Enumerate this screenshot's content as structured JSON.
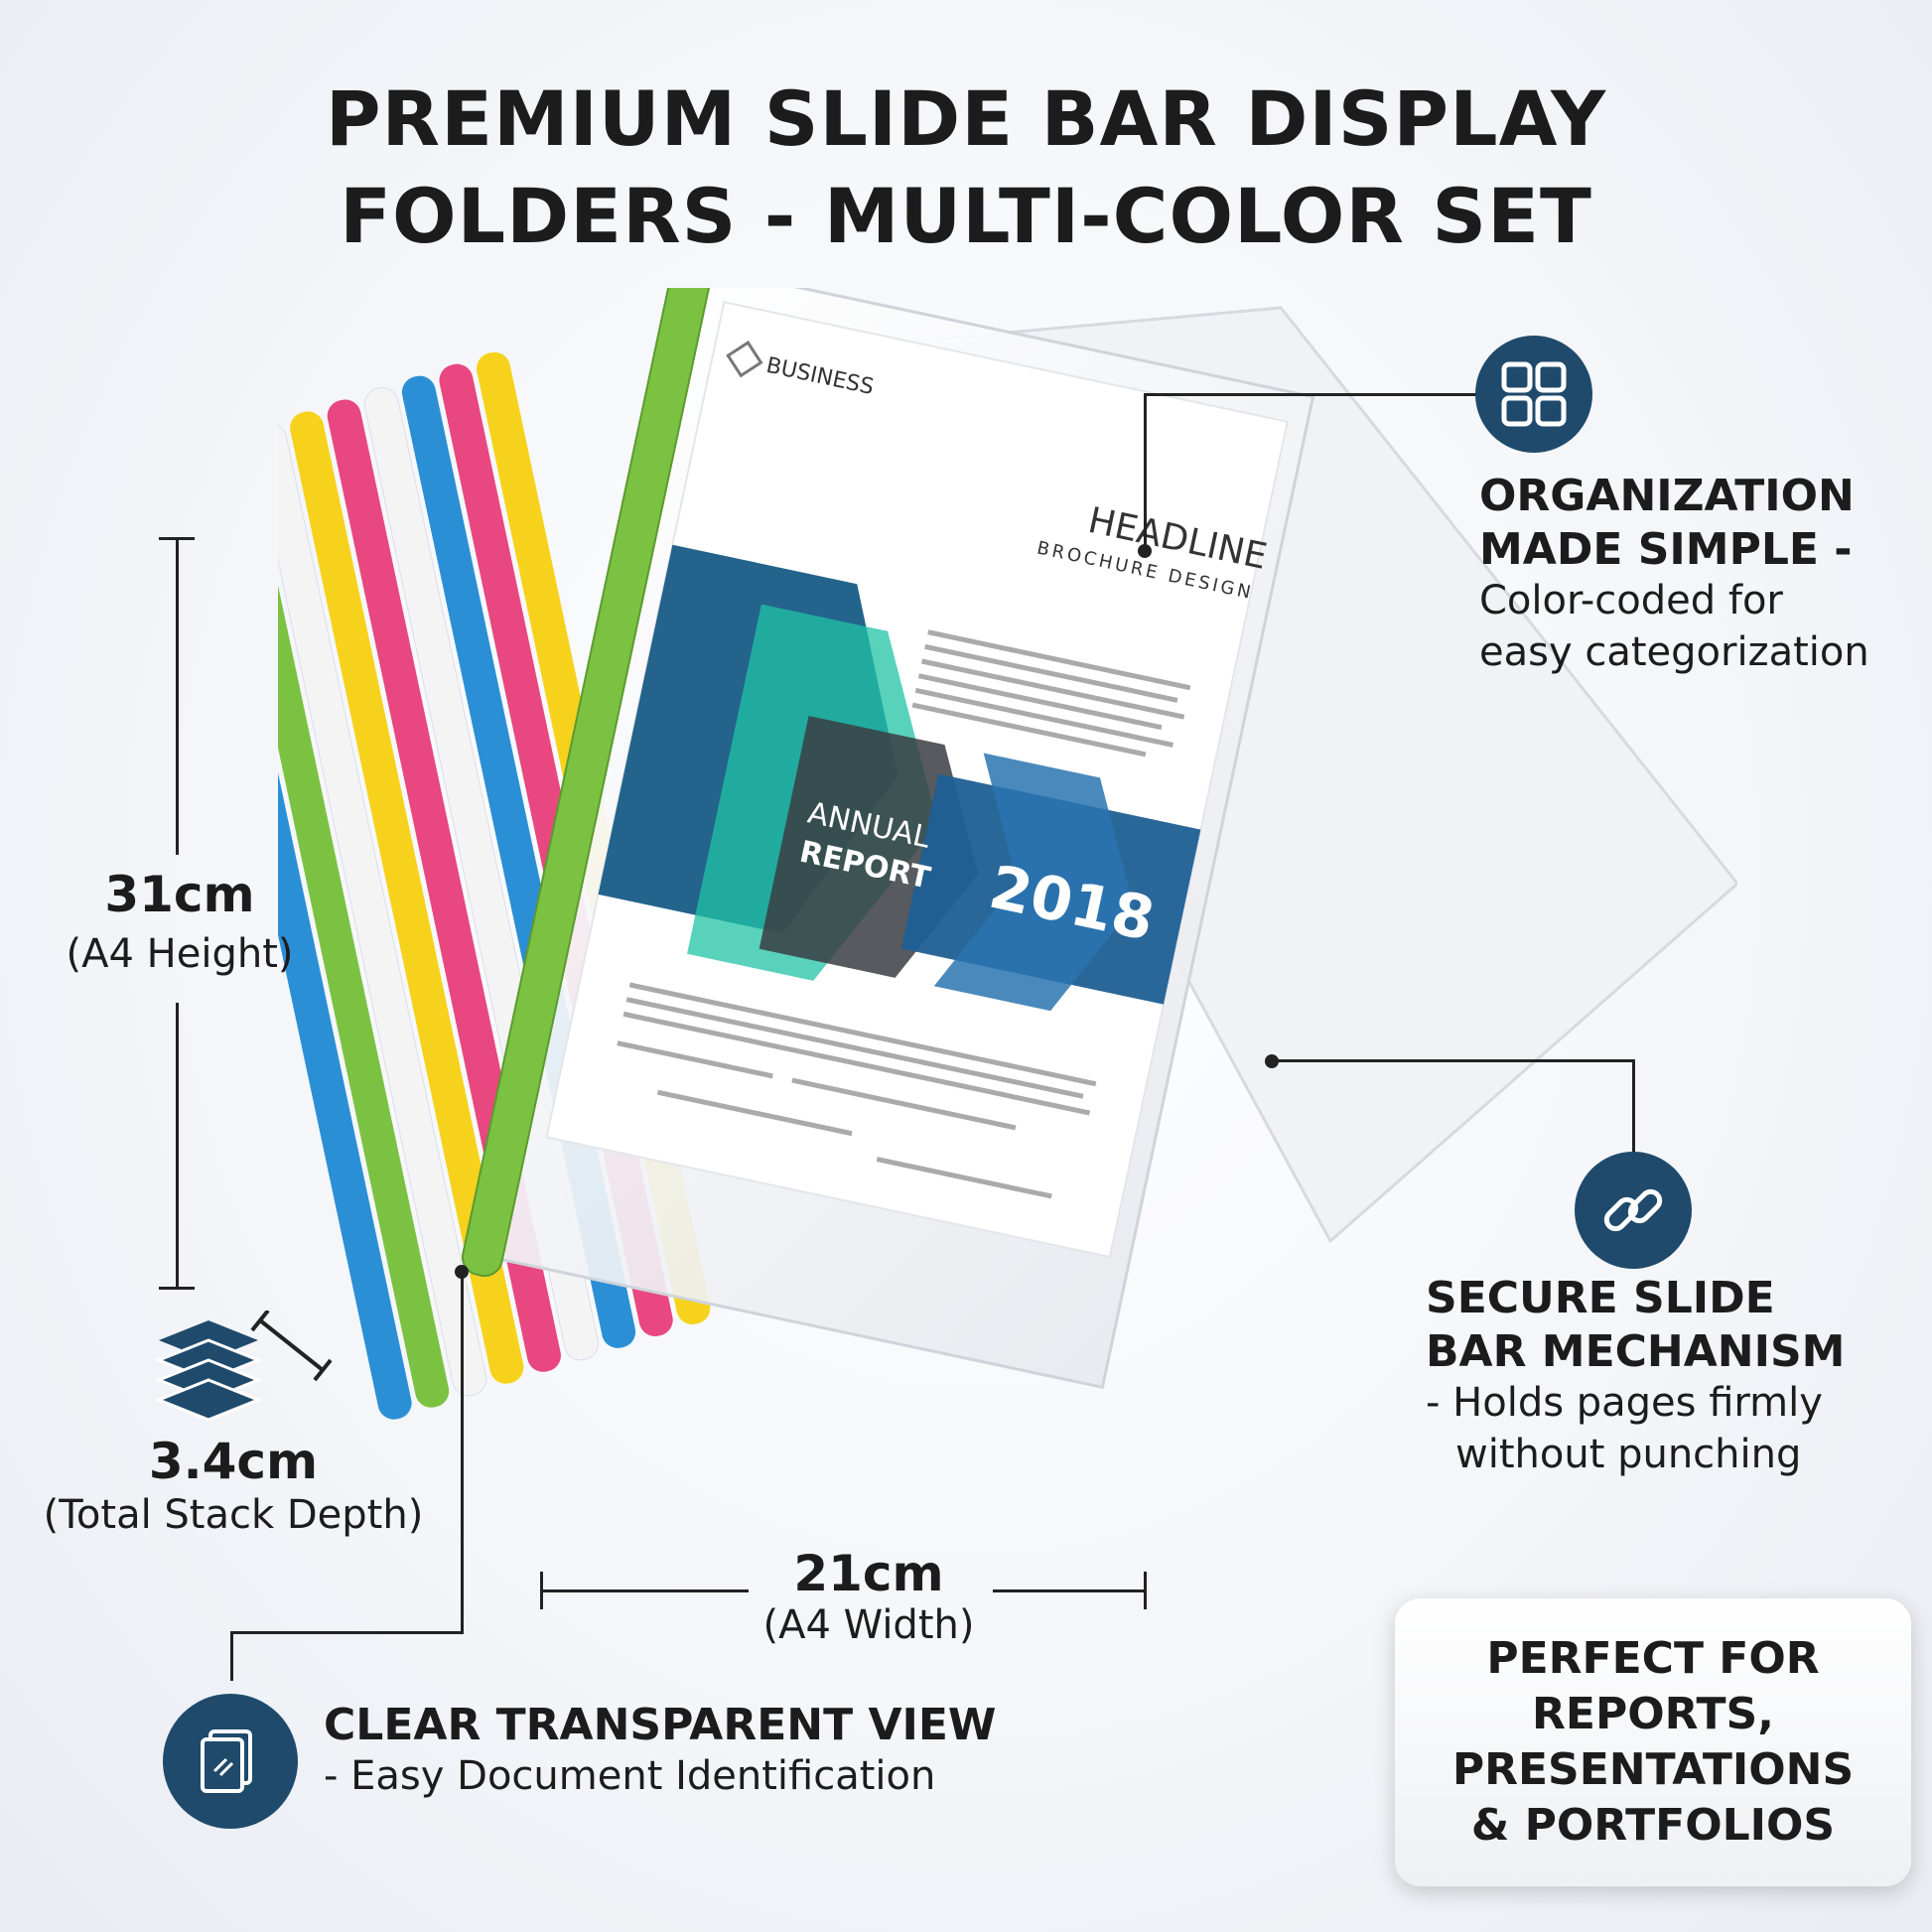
{
  "title": {
    "line1": "PREMIUM SLIDE BAR DISPLAY",
    "line2": "FOLDERS - MULTI-COLOR SET"
  },
  "features": {
    "organization": {
      "icon": "grid-icon",
      "heading1": "ORGANIZATION",
      "heading2": "MADE SIMPLE -",
      "text1": "Color-coded for",
      "text2": "easy categorization"
    },
    "secure": {
      "icon": "link-icon",
      "heading1": "SECURE SLIDE",
      "heading2": "BAR MECHANISM",
      "text1": "- Holds pages firmly",
      "text2": "without punching"
    },
    "clear": {
      "icon": "document-icon",
      "heading": "CLEAR TRANSPARENT VIEW",
      "text": "- Easy Document Identification"
    }
  },
  "dimensions": {
    "height_value": "31cm",
    "height_label": "(A4 Height)",
    "depth_value": "3.4cm",
    "depth_label": "(Total Stack Depth)",
    "width_value": "21cm",
    "width_label": "(A4 Width)"
  },
  "promo": {
    "line1": "PERFECT FOR",
    "line2": "REPORTS,",
    "line3": "PRESENTATIONS",
    "line4": "& PORTFOLIOS"
  },
  "document": {
    "brand": "BUSINESS",
    "headline": "HEADLINE",
    "subhead": "BROCHURE DESIGN",
    "annual": "ANNUAL",
    "report": "REPORT",
    "year": "2018"
  },
  "colors": {
    "accent_navy": "#1f4a6b",
    "slide_bars": [
      "#2b8fd6",
      "#7cc242",
      "#f4f4f4",
      "#f6d21c",
      "#e8477f",
      "#f4f4f4",
      "#2b8fd6",
      "#e8477f",
      "#f6d21c",
      "#7cc242"
    ]
  }
}
